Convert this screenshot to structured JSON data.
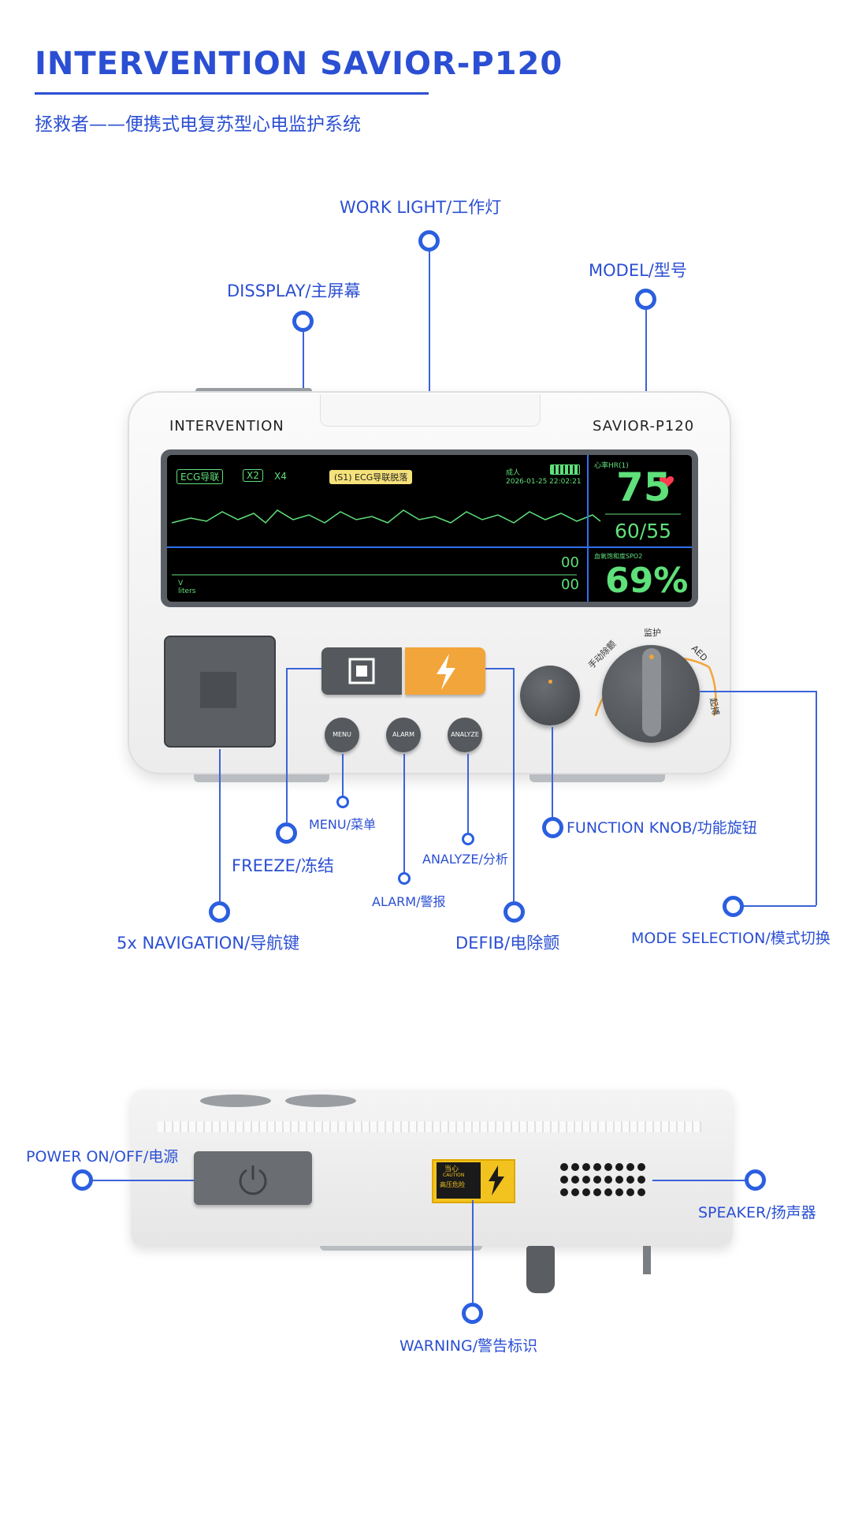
{
  "header": {
    "title": "INTERVENTION SAVIOR-P120",
    "subtitle": "拯救者——便携式电复苏型心电监护系统"
  },
  "labels": {
    "work_light": "WORK LIGHT/工作灯",
    "model": "MODEL/型号",
    "display": "DISSPLAY/主屏幕",
    "menu": "MENU/菜单",
    "freeze": "FREEZE/冻结",
    "analyze": "ANALYZE/分析",
    "function_knob": "FUNCTION KNOB/功能旋钮",
    "alarm": "ALARM/警报",
    "navigation": "5x NAVIGATION/导航键",
    "defib": "DEFIB/电除颤",
    "mode_selection": "MODE SELECTION/模式切换",
    "power": "POWER ON/OFF/电源",
    "speaker": "SPEAKER/扬声器",
    "warning": "WARNING/警告标识"
  },
  "device": {
    "brand": "INTERVENTION",
    "model": "SAVIOR-P120",
    "buttons": {
      "menu": "MENU",
      "alarm": "ALARM",
      "analyze": "ANALYZE"
    },
    "knob_labels": {
      "top": "监护",
      "left": "手动除颤",
      "right": "AED",
      "right2": "起搏"
    },
    "warning_label": {
      "line1": "当心",
      "line2": "CAUTION",
      "line3": "高压危险"
    }
  },
  "screen": {
    "ecg_tag": "ECG导联",
    "gain": "X2",
    "speed": "X4",
    "alert": "(S1) ECG导联脱落",
    "patient": "成人",
    "datetime": "2026-01-25 22:02:21",
    "hr_label": "心率HR(1)",
    "hr_value": "75",
    "bp_value": "60/55",
    "spo2_label": "血氧饱和度SPO2",
    "spo2_value": "69%",
    "resp_top": "00",
    "resp_bottom": "00",
    "unit_v": "V",
    "unit_liters": "liters"
  },
  "colors": {
    "accent": "#2b4fd3",
    "screen_green": "#5fe07a",
    "defib_orange": "#f2a53a",
    "heart_red": "#ff3b4e"
  }
}
